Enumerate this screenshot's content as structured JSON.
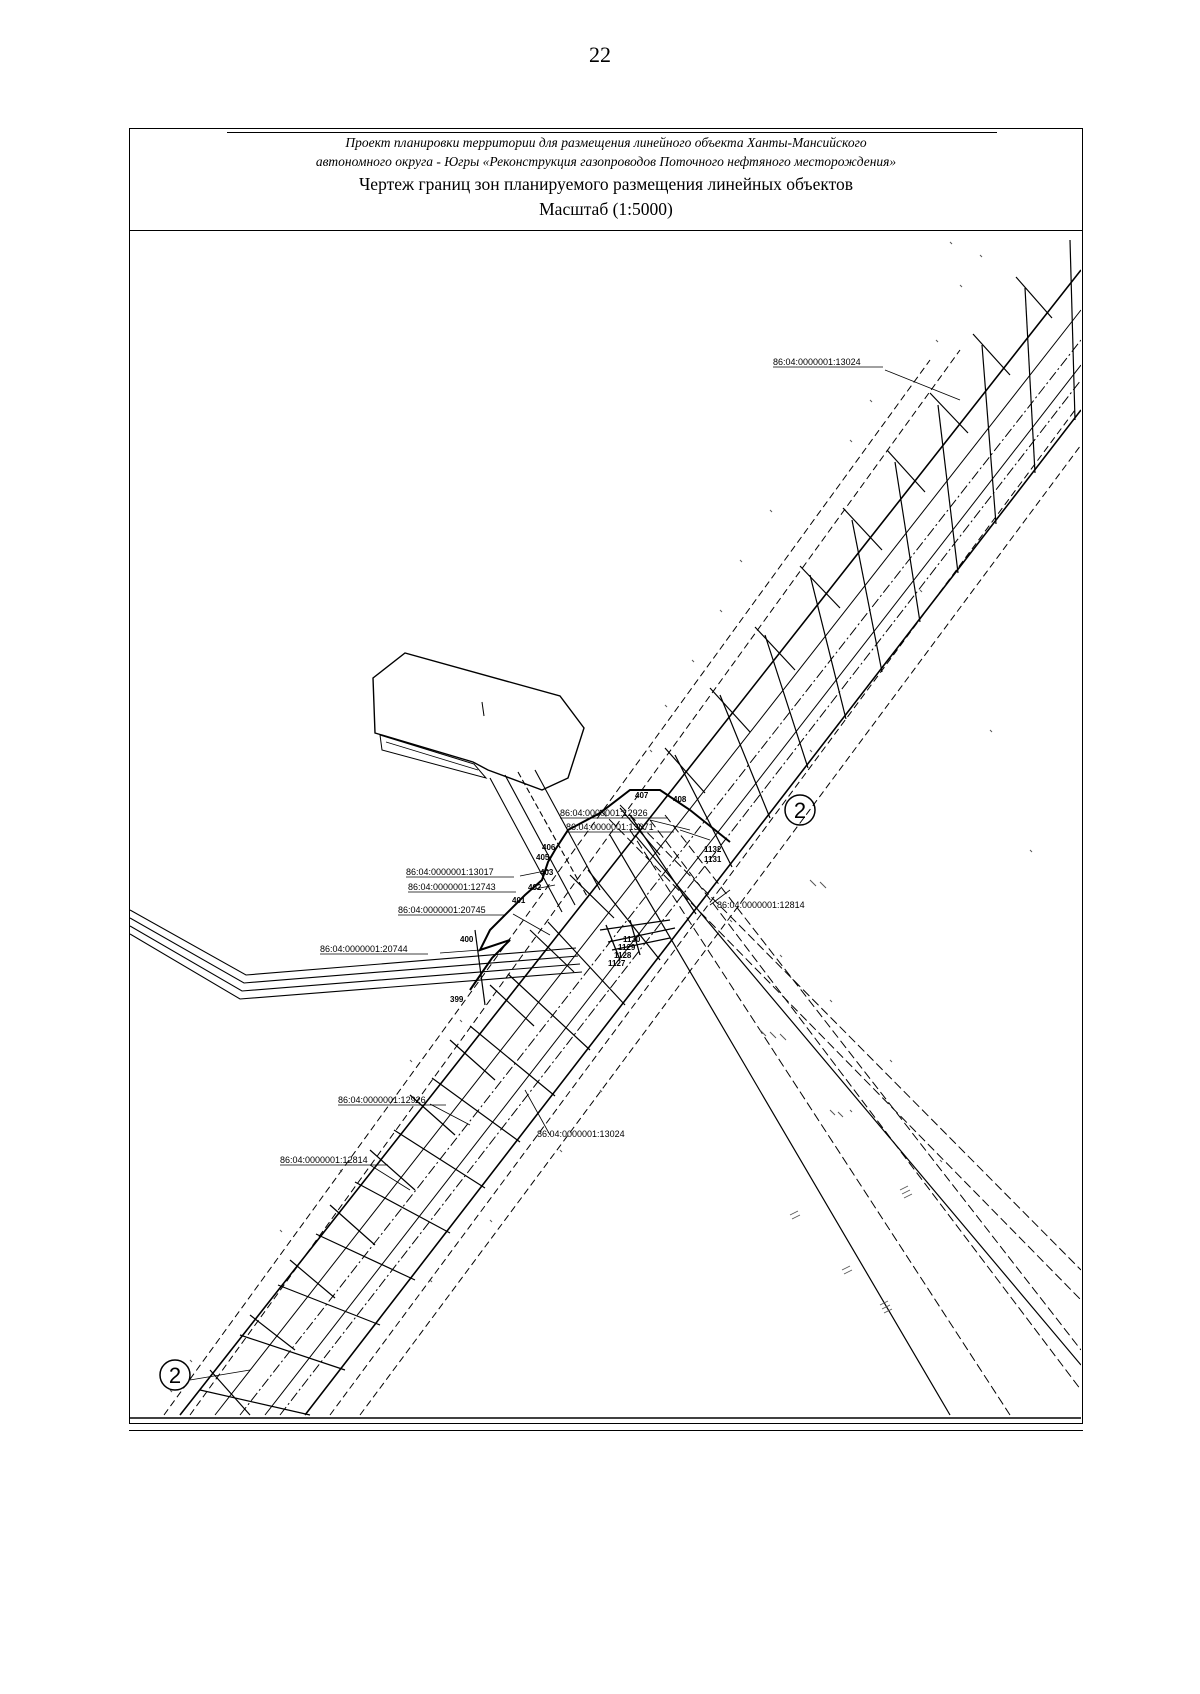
{
  "page": {
    "number": "22"
  },
  "header": {
    "subtitle_line1": "Проект планировки территории для размещения линейного объекта Ханты-Мансийского",
    "subtitle_line2": "автономного округа - Югры «Реконструкция газопроводов Поточного нефтяного месторождения»",
    "title_line1": "Чертеж границ зон планируемого размещения линейных объектов",
    "title_line2": "Масштаб (1:5000)"
  },
  "map": {
    "parcels": [
      {
        "id": "p1",
        "label": "86:04:0000001:13024"
      },
      {
        "id": "p2",
        "label": "86:04:0000001:12926"
      },
      {
        "id": "p3",
        "label": "86:04:0000001:13071"
      },
      {
        "id": "p4",
        "label": "86:04:0000001:13017"
      },
      {
        "id": "p5",
        "label": "86:04:0000001:12743"
      },
      {
        "id": "p6",
        "label": "86:04:0000001:20745"
      },
      {
        "id": "p7",
        "label": "86:04:0000001:20744"
      },
      {
        "id": "p8",
        "label": "86:04:0000001:12814"
      },
      {
        "id": "p9",
        "label": "86:04:0000001:12926"
      },
      {
        "id": "p10",
        "label": "86:04:0000001:13024"
      },
      {
        "id": "p11",
        "label": "86:04:0000001:12814"
      }
    ],
    "points": [
      {
        "id": "pt407",
        "label": "407"
      },
      {
        "id": "pt408",
        "label": "408"
      },
      {
        "id": "pt406",
        "label": "406"
      },
      {
        "id": "pt405",
        "label": "405"
      },
      {
        "id": "pt403",
        "label": "403"
      },
      {
        "id": "pt402",
        "label": "402"
      },
      {
        "id": "pt401",
        "label": "401"
      },
      {
        "id": "pt400",
        "label": "400"
      },
      {
        "id": "pt399",
        "label": "399"
      },
      {
        "id": "pt1132",
        "label": "1132"
      },
      {
        "id": "pt1131",
        "label": "1131"
      },
      {
        "id": "pt1130",
        "label": "1130"
      },
      {
        "id": "pt1129",
        "label": "1129"
      },
      {
        "id": "pt1128",
        "label": "1128"
      },
      {
        "id": "pt1127",
        "label": "1127"
      }
    ],
    "zone_markers": [
      {
        "id": "z1",
        "label": "2"
      },
      {
        "id": "z2",
        "label": "2"
      }
    ],
    "colors": {
      "ink": "#000000",
      "paper": "#ffffff",
      "hatch": "#555555"
    }
  }
}
